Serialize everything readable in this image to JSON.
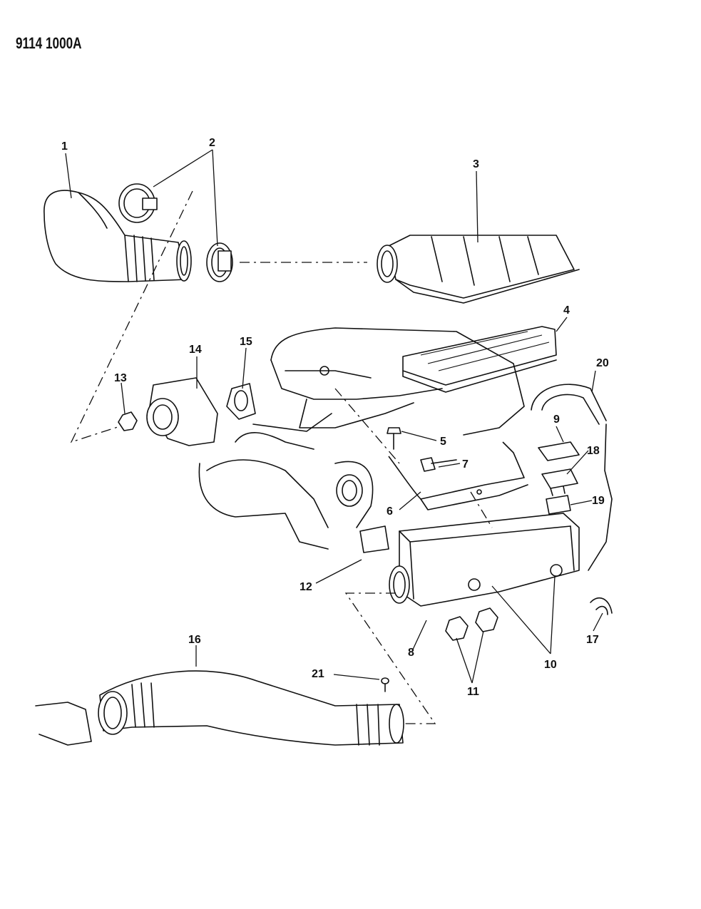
{
  "document": {
    "id": "9114 1000A"
  },
  "callouts": [
    "1",
    "2",
    "3",
    "4",
    "5",
    "6",
    "7",
    "8",
    "9",
    "10",
    "11",
    "12",
    "13",
    "14",
    "15",
    "16",
    "17",
    "18",
    "19",
    "20",
    "21"
  ]
}
